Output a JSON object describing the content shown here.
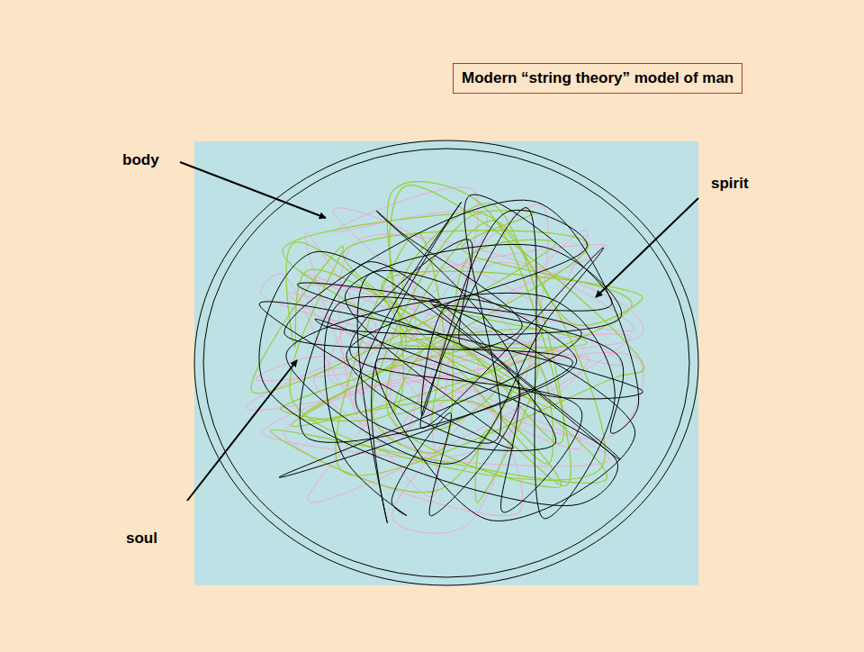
{
  "diagram": {
    "title": "Modern “string theory” model of man",
    "labels": [
      "body",
      "spirit",
      "soul"
    ]
  }
}
